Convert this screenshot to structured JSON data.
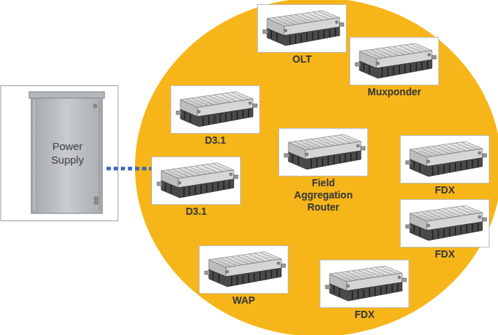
{
  "diagram": {
    "nodes": [
      {
        "text": [
          "Power Supply"
        ]
      },
      {
        "text": [
          "OLT"
        ]
      },
      {
        "text": [
          "Muxponder"
        ]
      },
      {
        "text": [
          "D3.1"
        ]
      },
      {
        "text": [
          "Field Aggregation Router"
        ]
      },
      {
        "text": [
          "FDX"
        ]
      },
      {
        "text": [
          "D3.1"
        ]
      },
      {
        "text": [
          "FDX"
        ]
      },
      {
        "text": [
          "WAP"
        ]
      },
      {
        "text": [
          "FDX"
        ]
      }
    ]
  }
}
